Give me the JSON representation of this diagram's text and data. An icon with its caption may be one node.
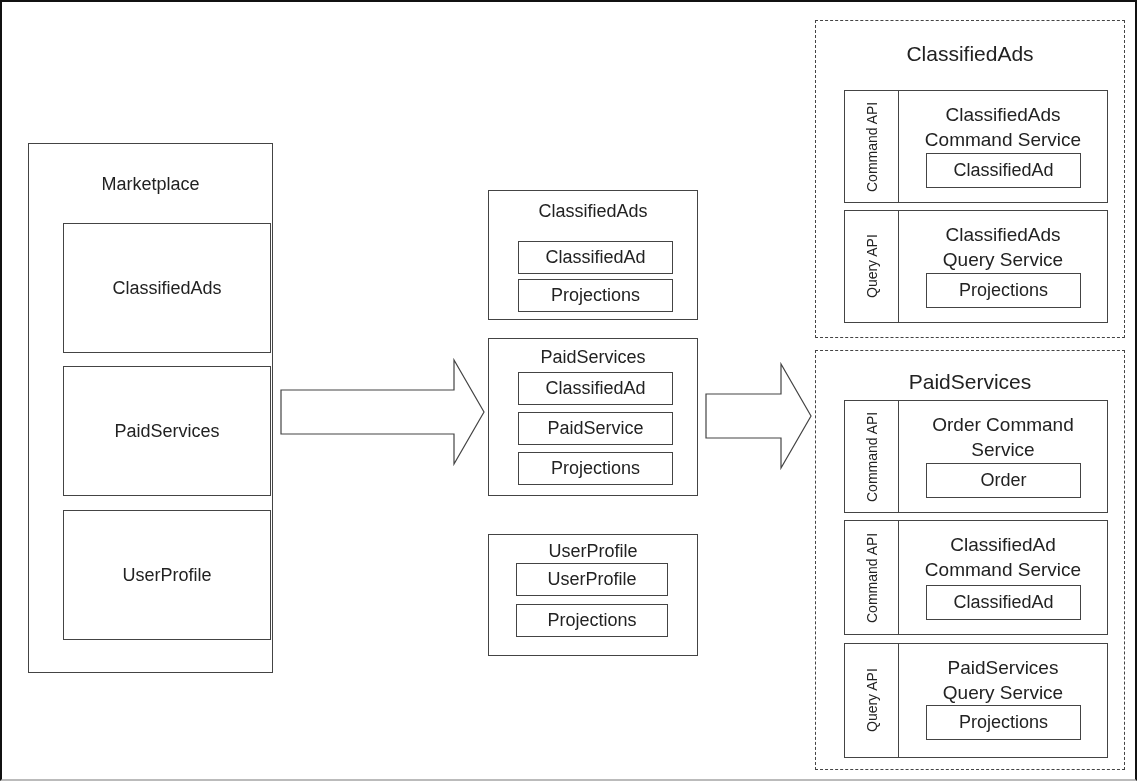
{
  "diagram": {
    "nodes": [
      {
        "text": [
          "Marketplace"
        ]
      },
      {
        "text": [
          "ClassifiedAds"
        ],
        "in": 0
      },
      {
        "text": [
          "PaidServices"
        ],
        "in": 0
      },
      {
        "text": [
          "UserProfile"
        ],
        "in": 0
      },
      {
        "text": [
          "ClassifiedAds"
        ]
      },
      {
        "text": [
          "ClassifiedAd"
        ],
        "in": 4
      },
      {
        "text": [
          "Projections"
        ],
        "in": 4
      },
      {
        "text": [
          "PaidServices"
        ]
      },
      {
        "text": [
          "ClassifiedAd"
        ],
        "in": 7
      },
      {
        "text": [
          "PaidService"
        ],
        "in": 7
      },
      {
        "text": [
          "Projections"
        ],
        "in": 7
      },
      {
        "text": [
          "UserProfile"
        ]
      },
      {
        "text": [
          "UserProfile"
        ],
        "in": 11
      },
      {
        "text": [
          "Projections"
        ],
        "in": 11
      },
      {
        "text": [
          "ClassifiedAds"
        ]
      },
      {
        "text": [
          "Command API",
          "ClassifiedAds Command Service"
        ],
        "in": 14
      },
      {
        "text": [
          "ClassifiedAd"
        ],
        "in": 15
      },
      {
        "text": [
          "Query API",
          "ClassifiedAds Query Service"
        ],
        "in": 14
      },
      {
        "text": [
          "Projections"
        ],
        "in": 17
      },
      {
        "text": [
          "PaidServices"
        ]
      },
      {
        "text": [
          "Command API",
          "Order Command Service"
        ],
        "in": 19
      },
      {
        "text": [
          "Order"
        ],
        "in": 20
      },
      {
        "text": [
          "Command API",
          "ClassifiedAd Command Service"
        ],
        "in": 19
      },
      {
        "text": [
          "ClassifiedAd"
        ],
        "in": 22
      },
      {
        "text": [
          "Query API",
          "PaidServices Query Service"
        ],
        "in": 19
      },
      {
        "text": [
          "Projections"
        ],
        "in": 24
      }
    ],
    "edges": [
      {
        "from": 0,
        "to": 7,
        "arrow": "to"
      },
      {
        "from": 7,
        "to": 19,
        "arrow": "to"
      }
    ]
  }
}
